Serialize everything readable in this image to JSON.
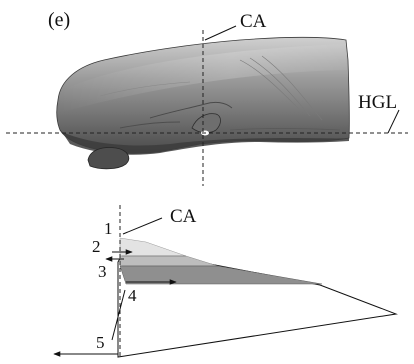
{
  "panel_label": "(e)",
  "labels": {
    "ca_top": "CA",
    "hgl": "HGL",
    "ca_bottom": "CA"
  },
  "numbers": [
    "1",
    "2",
    "3",
    "4",
    "5"
  ],
  "colors": {
    "head_dark": "#5c5c5c",
    "head_mid": "#9a9a9a",
    "head_light": "#d8d8d8",
    "layer1": "#e3e3e3",
    "layer2": "#bdbdbd",
    "layer3": "#8f8f8f",
    "line": "#111111"
  }
}
